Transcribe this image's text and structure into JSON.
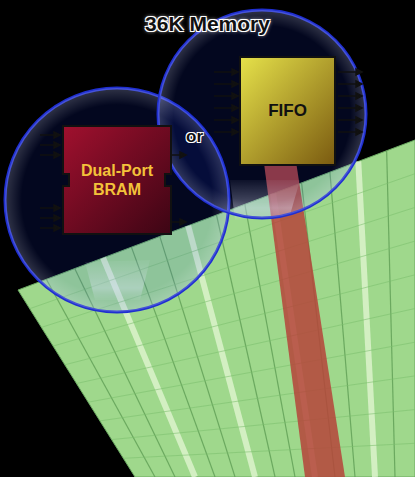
{
  "diagram": {
    "title": "36K Memory",
    "nodes": [
      {
        "text": [
          "Dual-Port BRAM"
        ]
      },
      {
        "text": [
          "FIFO"
        ]
      }
    ],
    "labels": [
      "or"
    ]
  }
}
